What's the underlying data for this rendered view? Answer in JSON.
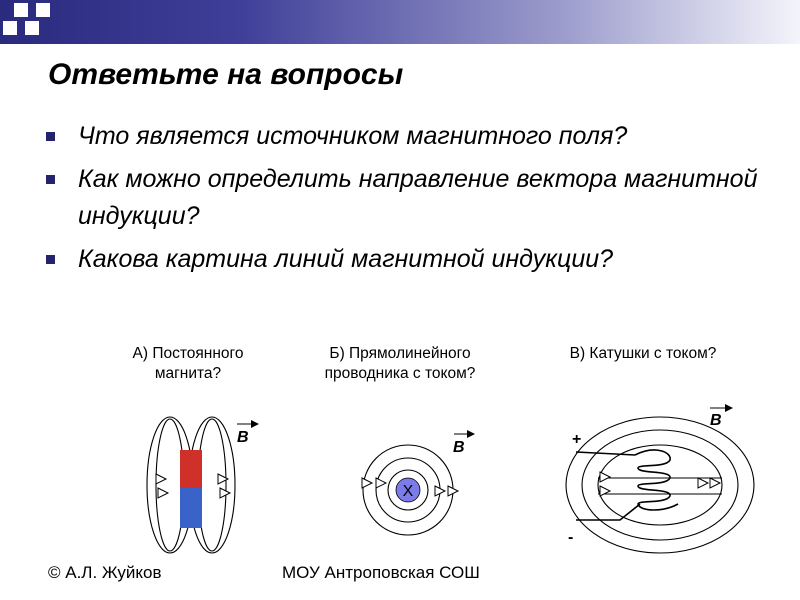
{
  "slide": {
    "title": "Ответьте на вопросы",
    "questions": [
      "Что является источником магнитного поля?",
      "Как можно определить направление вектора магнитной индукции?",
      "Какова картина линий магнитной индукции?"
    ],
    "captions": {
      "magnet": "А) Постоянного магнита?",
      "conductor": "Б) Прямолинейного проводника с током?",
      "coil": "В) Катушки с током?"
    },
    "diagram_labels": {
      "magnet_vector": "B",
      "conductor_vector": "B",
      "conductor_current": "X",
      "coil_vector": "B",
      "coil_plus": "+",
      "coil_minus": "-"
    },
    "footer": {
      "author": "© А.Л.  Жуйков",
      "school": "МОУ Антроповская СОШ"
    }
  },
  "colors": {
    "header_dark": "#2a2a7e",
    "bullet": "#23236e",
    "magnet_north": "#d0302a",
    "magnet_south": "#3a63c9",
    "conductor": "#7b7bea"
  }
}
